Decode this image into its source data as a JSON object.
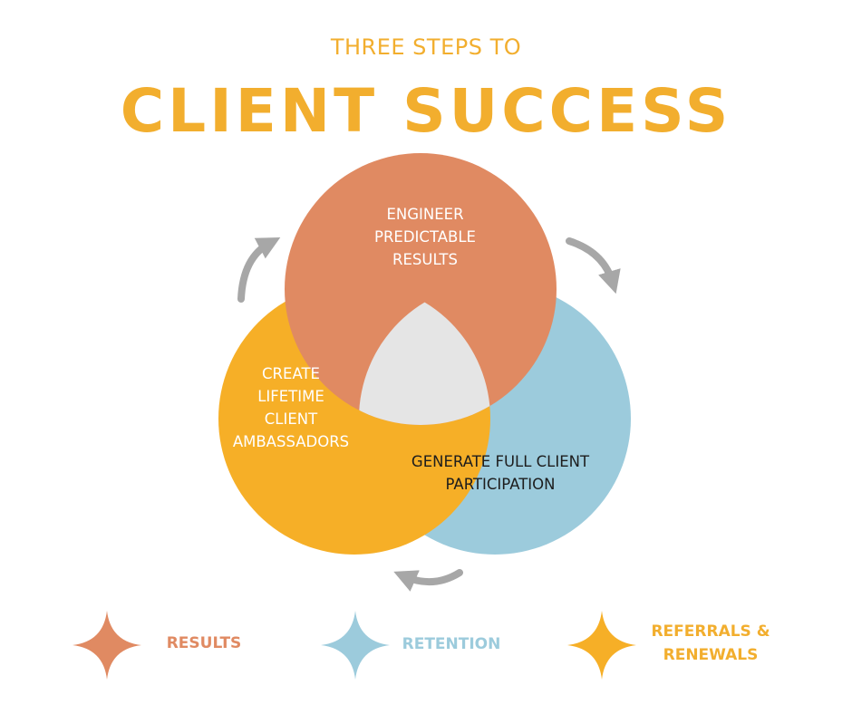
{
  "header": {
    "subtitle": "THREE STEPS TO",
    "title": "CLIENT SUCCESS"
  },
  "diagram": {
    "circles": [
      {
        "id": "results",
        "label": "ENGINEER\nPREDICTABLE\nRESULTS",
        "color": "#E08A62"
      },
      {
        "id": "ambassadors",
        "label": "CREATE\nLIFETIME\nCLIENT\nAMBASSADORS",
        "color": "#F6AF27"
      },
      {
        "id": "participation",
        "label": "GENERATE FULL CLIENT\nPARTICIPATION",
        "color": "#9CCBDC"
      }
    ],
    "center_color": "#E5E5E5",
    "arrow_color": "#A7A7A7"
  },
  "legend": [
    {
      "label": "RESULTS",
      "color": "#E08A62"
    },
    {
      "label": "RETENTION",
      "color": "#9CCBDC"
    },
    {
      "label": "REFERRALS &\nRENEWALS",
      "color": "#F2AE2E"
    }
  ]
}
